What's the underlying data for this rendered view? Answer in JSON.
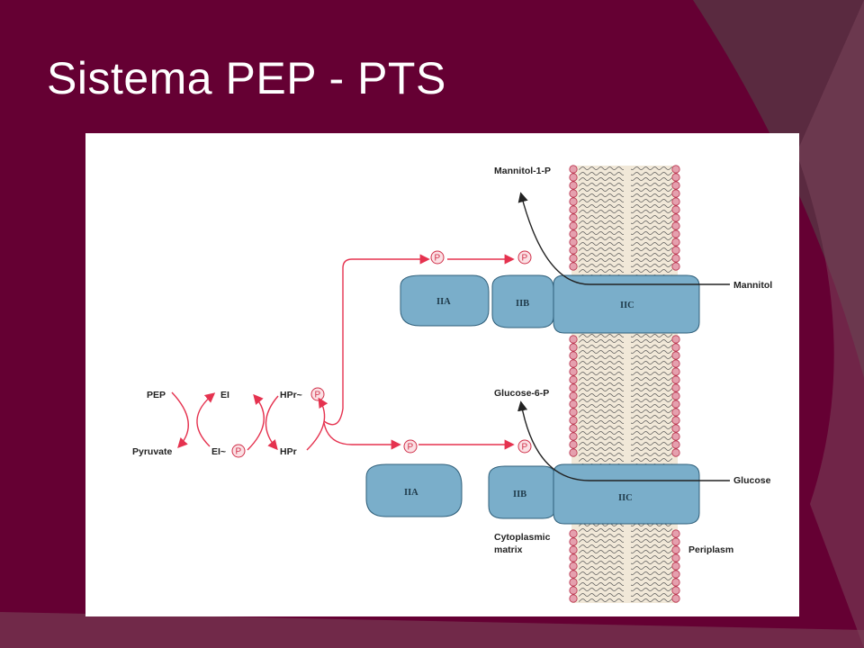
{
  "slide": {
    "title": "Sistema PEP - PTS",
    "colors": {
      "background": "#650033",
      "accent": "#7a4459",
      "protein": "#7aaeca",
      "arrow_red": "#e5324f",
      "phospholipid_head": "#e5a0ae"
    }
  },
  "diagram": {
    "cycle": {
      "pep": "PEP",
      "pyruvate": "Pyruvate",
      "ei": "EI",
      "ei_p": "EI~",
      "hpr_p": "HPr~",
      "hpr": "HPr",
      "p_symbol": "P"
    },
    "mannitol_branch": {
      "iia": "IIA",
      "iib": "IIB",
      "iic": "IIC",
      "substrate": "Mannitol",
      "product": "Mannitol-1-P"
    },
    "glucose_branch": {
      "iia": "IIA",
      "iib": "IIB",
      "iic": "IIC",
      "substrate": "Glucose",
      "product": "Glucose-6-P"
    },
    "compartments": {
      "cytoplasm_line1": "Cytoplasmic",
      "cytoplasm_line2": "matrix",
      "periplasm": "Periplasm"
    }
  }
}
